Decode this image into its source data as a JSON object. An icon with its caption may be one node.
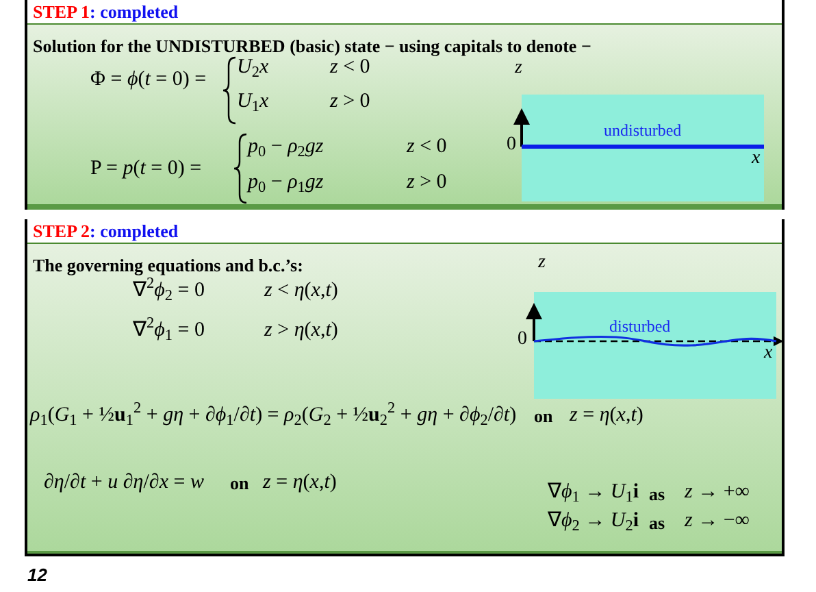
{
  "diagram": {
    "nodes": [
      {
        "text": [
          "STEP 1",
          ": completed",
          "Solution for the UNDISTURBED (basic) state − using capitals to denote −"
        ]
      },
      {
        "text": [
          "undisturbed",
          "x"
        ],
        "in": 0,
        "beside": [
          "z",
          "0"
        ]
      },
      {
        "text": [
          "STEP 2",
          ": completed",
          "The governing equations and b.c.’s:"
        ]
      },
      {
        "text": [
          "disturbed",
          "x"
        ],
        "in": 2,
        "beside": [
          "z",
          "0"
        ]
      }
    ],
    "labels": [
      "Φ = *ϕ*(*t* = 0) =",
      "*U*$_{2}$*x*",
      "*z* < 0",
      "*U*$_{1}$*x*",
      "*z* > 0",
      "P = *p*(*t* = 0) =",
      "*p*$_{0}$ − *ρ*$_{2}$*gz*",
      "*z* < 0",
      "*p*$_{0}$ − *ρ*$_{1}$*gz*",
      "*z* > 0",
      "∇$^{2}$*ϕ*$_{2}$ = 0",
      "*z* < *η*(*x*,*t*)",
      "∇$^{2}$*ϕ*$_{1}$ = 0",
      "*z* > *η*(*x*,*t*)",
      "*ρ*$_{1}$(*G*$_{1}$ + ½**u**$_{1}$$^{2}$ + *gη* + ∂*ϕ*$_{1}$/∂*t*) = *ρ*$_{2}$(*G*$_{2}$ + ½**u**$_{2}$$^{2}$ + *gη* + ∂*ϕ*$_{2}$/∂*t*)",
      "on",
      "*z* = *η*(*x*,*t*)",
      "∂*η*/∂*t* + *u* ∂*η*/∂*x* = *w*",
      "on",
      "*z* = *η*(*x*,*t*)",
      "∇*ϕ*$_{1}$ → *U*$_{1}$**i**",
      "as",
      "*z* → +∞",
      "∇*ϕ*$_{2}$ → *U*$_{2}$**i**",
      "as",
      "*z* → −∞",
      "12"
    ]
  }
}
